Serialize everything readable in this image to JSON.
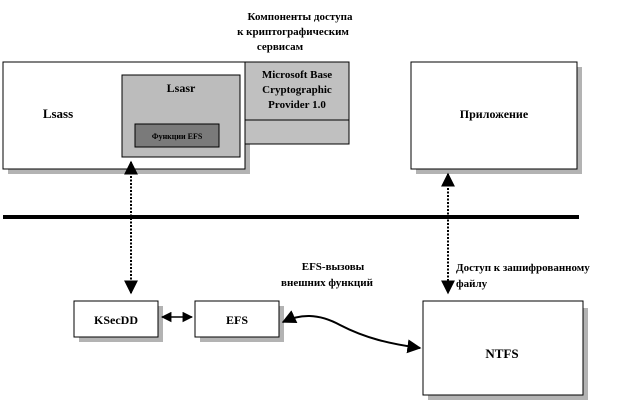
{
  "colors": {
    "background": "#ffffff",
    "box_fill": "#ffffff",
    "shadow": "#b3b3b3",
    "lsasr_fill": "#bcbcbc",
    "efs_func_fill": "#7a7a7a",
    "crypto_fill": "#c0c0c0",
    "line": "#000000"
  },
  "crypto_header": {
    "line1": "Компоненты доступа",
    "line2": "к криптографическим",
    "line3": "сервисам"
  },
  "boxes": {
    "lsass": {
      "label": "Lsass"
    },
    "lsasr": {
      "label": "Lsasr"
    },
    "efs_functions": {
      "label": "Функции EFS"
    },
    "crypto_provider": {
      "line1": "Microsoft Base",
      "line2": "Cryptographic",
      "line3": "Provider 1.0"
    },
    "application": {
      "label": "Приложение"
    },
    "ksecdd": {
      "label": "KSecDD"
    },
    "efs": {
      "label": "EFS"
    },
    "ntfs": {
      "label": "NTFS"
    }
  },
  "annotations": {
    "efs_calls": {
      "line1": "EFS-вызовы",
      "line2": "внешних функций"
    },
    "encrypted_access": {
      "line1": "Доступ к зашифрованному",
      "line2": "файлу"
    }
  }
}
